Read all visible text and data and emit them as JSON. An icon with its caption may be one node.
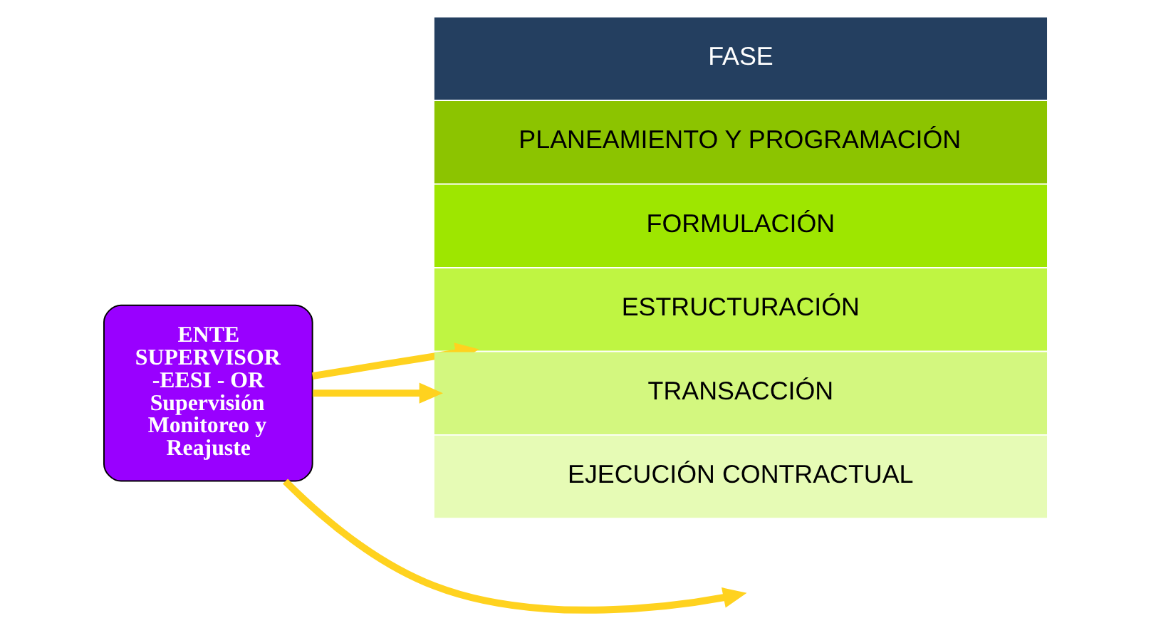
{
  "diagram": {
    "nodes": [
      {
        "text": [
          "FASE"
        ]
      },
      {
        "text": [
          "PLANEAMIENTO Y PROGRAMACIÓN"
        ]
      },
      {
        "text": [
          "FORMULACIÓN"
        ]
      },
      {
        "text": [
          "ESTRUCTURACIÓN"
        ]
      },
      {
        "text": [
          "TRANSACCIÓN"
        ]
      },
      {
        "text": [
          "EJECUCIÓN CONTRACTUAL"
        ]
      },
      {
        "text": [
          "ENTE SUPERVISOR -EESI - OR Supervisión Monitoreo y Reajuste"
        ]
      }
    ],
    "edges": [
      {
        "from": 6,
        "to": 3,
        "arrow": "to"
      },
      {
        "from": 6,
        "to": 4,
        "arrow": "to"
      },
      {
        "from": 6,
        "to": null,
        "arrow": "to"
      }
    ]
  }
}
